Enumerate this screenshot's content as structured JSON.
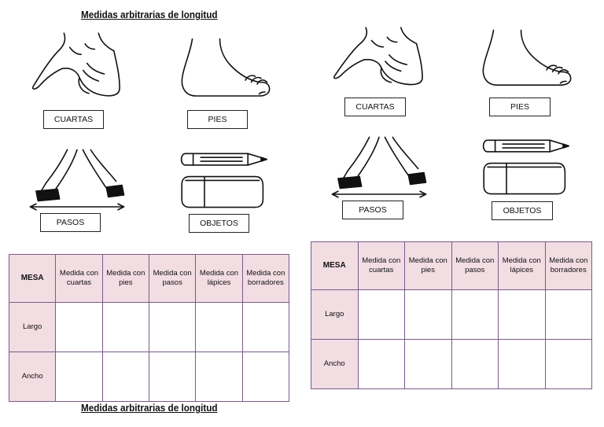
{
  "titles": {
    "top": "Medidas arbitrarias de longitud",
    "bottom": "Medidas arbitrarias de longitud"
  },
  "left": {
    "labels": {
      "cuartas": "CUARTAS",
      "pies": "PIES",
      "pasos": "PASOS",
      "objetos": "OBJETOS"
    },
    "table": {
      "headers": [
        "MESA",
        "Medida con cuartas",
        "Medida con pies",
        "Medida con pasos",
        "Medida con lápices",
        "Medida con borradores"
      ],
      "rows": [
        "Largo",
        "Ancho"
      ]
    }
  },
  "right": {
    "labels": {
      "cuartas": "CUARTAS",
      "pies": "PIES",
      "pasos": "PASOS",
      "objetos": "OBJETOS"
    },
    "table": {
      "headers": [
        "MESA",
        "Medida con cuartas",
        "Medida con pies",
        "Medida con pasos",
        "Medida con lápices",
        "Medida con borradores"
      ],
      "rows": [
        "Largo",
        "Ancho"
      ]
    }
  }
}
